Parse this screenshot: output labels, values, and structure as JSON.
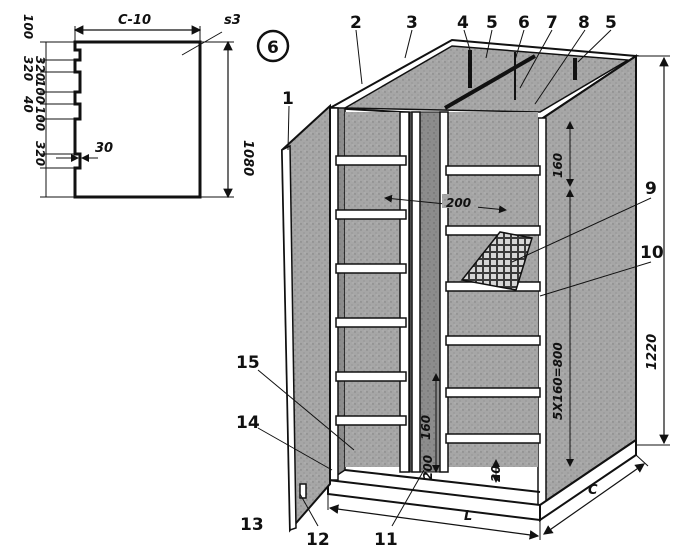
{
  "figure_number": "6",
  "detail_drawing": {
    "width_label": "C-10",
    "thickness_label": "s3",
    "height_label": "1080",
    "left_dims": [
      "100",
      "320",
      "100",
      "320",
      "40",
      "100",
      "320"
    ],
    "notch_label": "30"
  },
  "cabinet": {
    "height_label": "1220",
    "shelf_spacing_label": "160",
    "shelf_stack_label": "5X160=800",
    "inner_width_label": "200",
    "lower_height_label": "160",
    "base_height_label": "200",
    "bottom_gap_label": "20",
    "length_label": "L",
    "depth_label": "C"
  },
  "callouts": [
    "1",
    "2",
    "3",
    "4",
    "5",
    "6",
    "7",
    "8",
    "5",
    "9",
    "10",
    "11",
    "12",
    "13",
    "14",
    "15"
  ],
  "colors": {
    "ink": "#111111",
    "panel": "#a9a9a9",
    "panel_dark": "#7a7a7a",
    "paper": "#ffffff"
  }
}
